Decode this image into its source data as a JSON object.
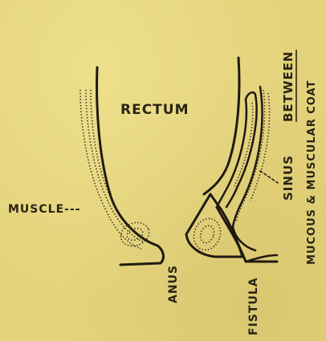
{
  "labels": {
    "rectum": "RECTUM",
    "muscle": "MUSCLE---",
    "anus": "ANUS",
    "fistula": "FISTULA",
    "sinus": "SINUS",
    "between": "BETWEEN",
    "mucous_muscular_coat": "MUCOUS & MUSCULAR COAT"
  }
}
